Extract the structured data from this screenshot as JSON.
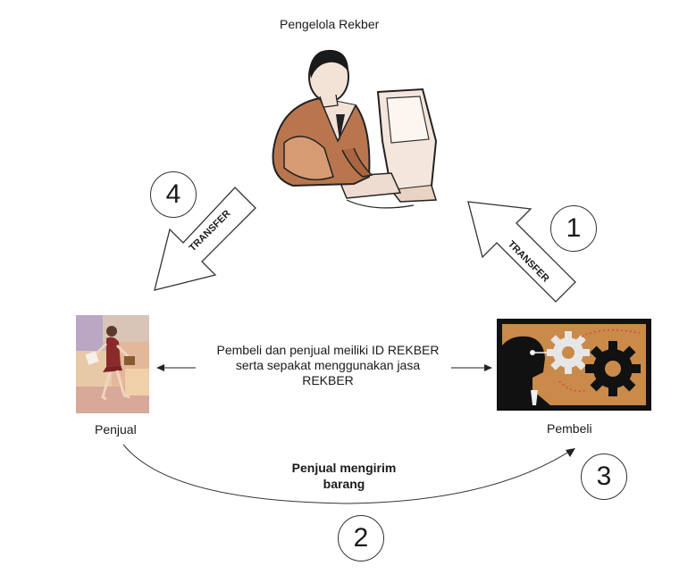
{
  "nodes": {
    "manager_label": "Pengelola Rekber",
    "seller_label": "Penjual",
    "buyer_label": "Pembeli"
  },
  "agreement": {
    "line1": "Pembeli dan penjual meiliki ID REKBER",
    "line2": "serta sepakat menggunakan jasa",
    "line3": "REKBER"
  },
  "shipping": {
    "line1": "Penjual mengirim",
    "line2": "barang"
  },
  "transfers": {
    "left_label": "TRANSFER",
    "right_label": "TRANSFER"
  },
  "steps": {
    "one": "1",
    "two": "2",
    "three": "3",
    "four": "4"
  },
  "colors": {
    "skin_brown": "#b9764e",
    "gear_orange": "#c98a4a",
    "dark": "#111111"
  }
}
